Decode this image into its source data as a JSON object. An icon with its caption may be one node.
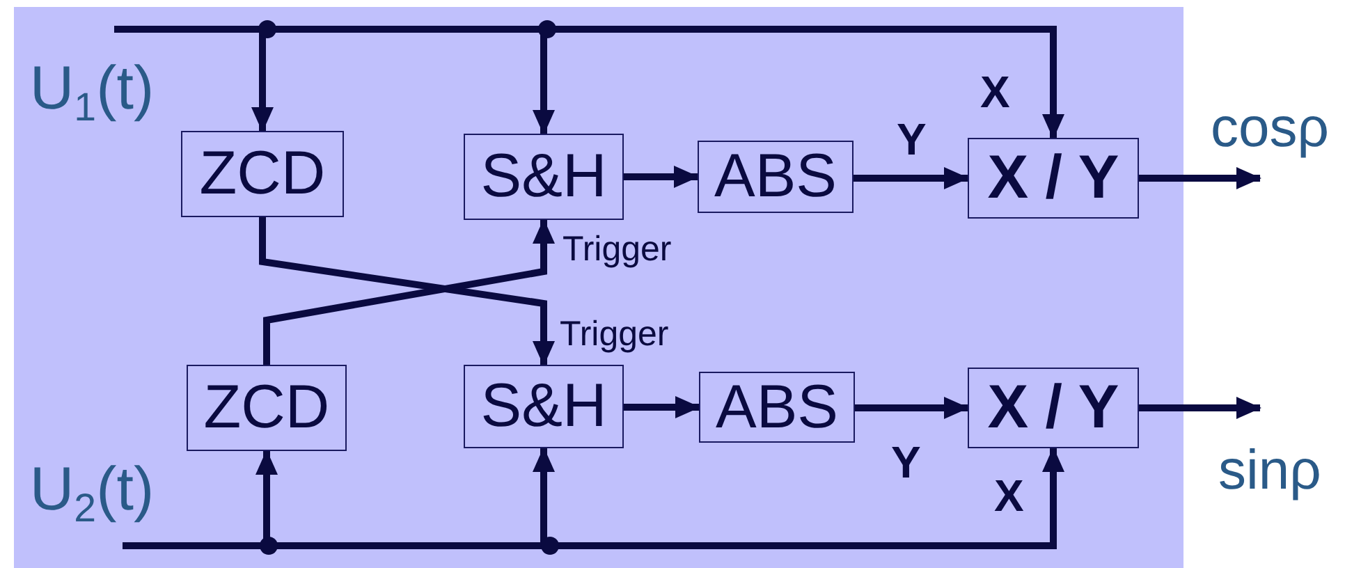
{
  "diagram": {
    "nodes": [
      {
        "text": [
          "U$_{1}$(t)"
        ]
      },
      {
        "text": [
          "ZCD"
        ]
      },
      {
        "text": [
          "S&H"
        ]
      },
      {
        "text": [
          "ABS"
        ]
      },
      {
        "text": [
          "X / Y"
        ]
      },
      {
        "text": [
          "cosρ"
        ]
      },
      {
        "text": [
          "U$_{2}$(t)"
        ]
      },
      {
        "text": [
          "ZCD"
        ]
      },
      {
        "text": [
          "S&H"
        ]
      },
      {
        "text": [
          "ABS"
        ]
      },
      {
        "text": [
          "X / Y"
        ]
      },
      {
        "text": [
          "sinρ"
        ]
      }
    ],
    "edges": [
      {
        "from": 0,
        "to": 1,
        "arrow": "to"
      },
      {
        "from": 0,
        "to": 2,
        "arrow": "to"
      },
      {
        "from": 0,
        "to": 4,
        "arrow": "to",
        "label": "X"
      },
      {
        "from": 2,
        "to": 3,
        "arrow": "to"
      },
      {
        "from": 3,
        "to": 4,
        "arrow": "to",
        "label": "Y"
      },
      {
        "from": 4,
        "to": 5,
        "arrow": "to"
      },
      {
        "from": 6,
        "to": 7,
        "arrow": "to"
      },
      {
        "from": 6,
        "to": 8,
        "arrow": "to"
      },
      {
        "from": 6,
        "to": 10,
        "arrow": "to",
        "label": "X"
      },
      {
        "from": 8,
        "to": 9,
        "arrow": "to"
      },
      {
        "from": 9,
        "to": 10,
        "arrow": "to",
        "label": "Y"
      },
      {
        "from": 10,
        "to": 11,
        "arrow": "to"
      },
      {
        "from": 1,
        "to": 8,
        "arrow": "to",
        "label": "Trigger"
      },
      {
        "from": 7,
        "to": 2,
        "arrow": "to",
        "label": "Trigger"
      }
    ]
  }
}
